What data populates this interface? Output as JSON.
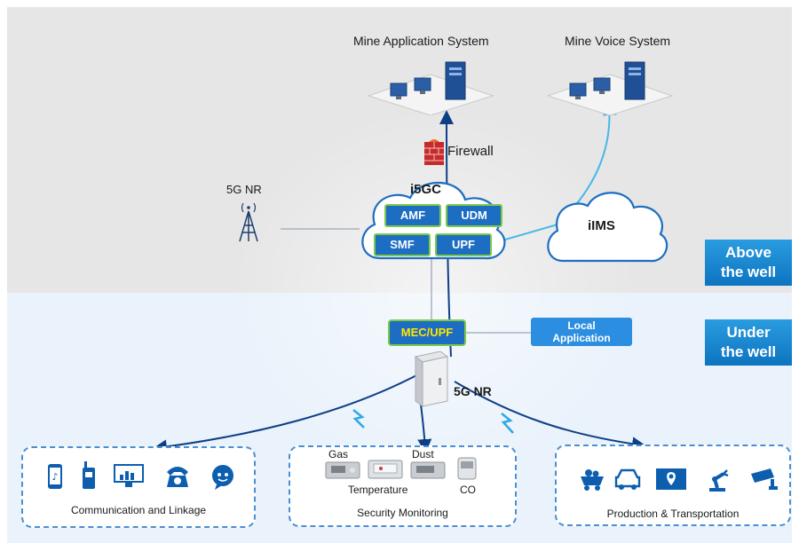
{
  "zones": {
    "above": "Above the well",
    "above_lines": [
      "Above",
      "the well"
    ],
    "under_lines": [
      "Under",
      "the well"
    ]
  },
  "top": {
    "mine_app": "Mine Application System",
    "mine_voice": "Mine Voice System",
    "firewall": "Firewall"
  },
  "core": {
    "name": "i5GC",
    "nfs": [
      "AMF",
      "UDM",
      "SMF",
      "UPF"
    ],
    "ims": "iIMS"
  },
  "radio": {
    "nr_top": "5G NR",
    "nr_bottom": "5G NR"
  },
  "edge": {
    "mec": "MEC/UPF",
    "local_app_lines": [
      "Local",
      "Application"
    ]
  },
  "groups": {
    "comm": "Communication and Linkage",
    "security": "Security Monitoring",
    "production": "Production & Transportation",
    "sensors": [
      "Gas",
      "Dust",
      "Temperature",
      "CO"
    ]
  },
  "colors": {
    "link_dark": "#0d3f86",
    "link_light": "#49b8e8",
    "nf_fill": "#1d6ec2",
    "nf_border": "#7cc94a",
    "mec_text": "#ffe600",
    "tag_blue": "#0d74c0"
  },
  "icons": {
    "comm": [
      "phone-music-icon",
      "walkie-talkie-icon",
      "monitor-chart-icon",
      "telephone-icon",
      "chat-bot-icon"
    ],
    "production": [
      "mine-cart-icon",
      "vehicle-icon",
      "map-pin-icon",
      "robot-arm-icon",
      "cctv-camera-icon"
    ]
  }
}
